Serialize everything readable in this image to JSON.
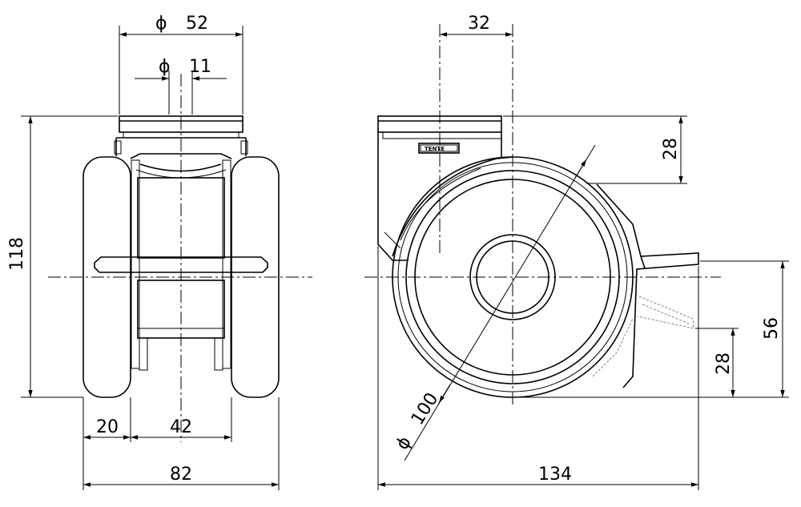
{
  "front_view": {
    "dims": {
      "plate_diameter": "52",
      "bolt_diameter": "11",
      "height": "118",
      "wheel_width": "20",
      "inner_gap": "42",
      "overall_width": "82"
    },
    "diameter_symbol": "ϕ"
  },
  "side_view": {
    "dims": {
      "offset": "32",
      "plate_to_axle": "28",
      "wheel_diameter": "100",
      "brake_height_upper": "56",
      "brake_height_lower": "28",
      "overall_length": "134"
    },
    "brand_label": "TENTE"
  }
}
